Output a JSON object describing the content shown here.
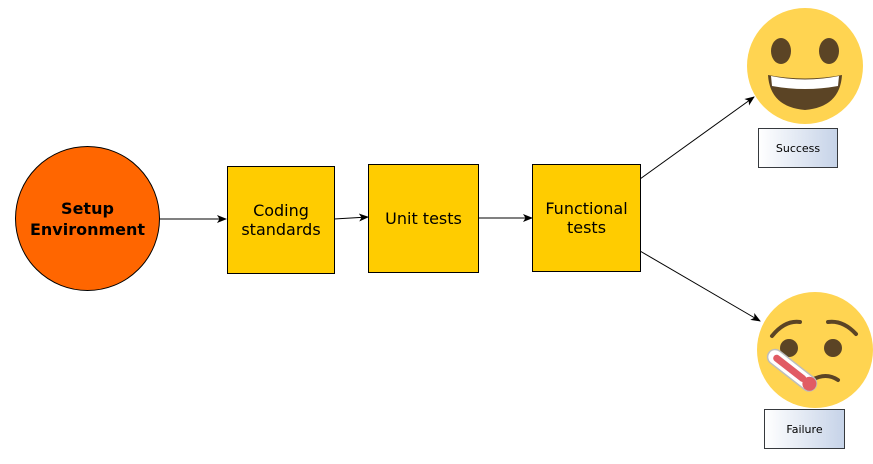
{
  "diagram": {
    "start": {
      "label_line1": "Setup",
      "label_line2": "Environment",
      "color": "#ff6600"
    },
    "steps": [
      {
        "line1": "Coding",
        "line2": "standards"
      },
      {
        "line1": "Unit tests",
        "line2": ""
      },
      {
        "line1": "Functional",
        "line2": "tests"
      }
    ],
    "step_color": "#ffcc00",
    "outcomes": {
      "success": {
        "label": "Success",
        "icon": "grinning-face-emoji"
      },
      "failure": {
        "label": "Failure",
        "icon": "face-with-thermometer-emoji"
      }
    }
  }
}
